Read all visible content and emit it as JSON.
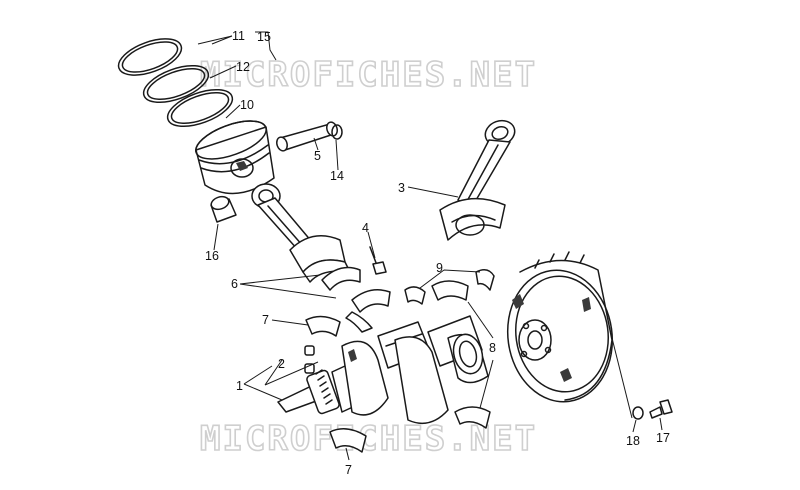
{
  "watermark": {
    "top": "MICROFICHES.NET",
    "bottom": "MICROFICHES.NET"
  },
  "callouts": [
    {
      "id": "c1",
      "text": "1"
    },
    {
      "id": "c2",
      "text": "2"
    },
    {
      "id": "c3",
      "text": "3"
    },
    {
      "id": "c4",
      "text": "4"
    },
    {
      "id": "c5",
      "text": "5"
    },
    {
      "id": "c6",
      "text": "6"
    },
    {
      "id": "c7a",
      "text": "7"
    },
    {
      "id": "c7b",
      "text": "7"
    },
    {
      "id": "c8",
      "text": "8"
    },
    {
      "id": "c9",
      "text": "9"
    },
    {
      "id": "c10",
      "text": "10"
    },
    {
      "id": "c11",
      "text": "11"
    },
    {
      "id": "c12",
      "text": "12"
    },
    {
      "id": "c14",
      "text": "14"
    },
    {
      "id": "c15",
      "text": "15"
    },
    {
      "id": "c16",
      "text": "16"
    },
    {
      "id": "c17",
      "text": "17"
    },
    {
      "id": "c18",
      "text": "18"
    }
  ],
  "colors": {
    "line": "#1a1a1a",
    "watermark": "#cfcfcf",
    "background": "#ffffff"
  }
}
